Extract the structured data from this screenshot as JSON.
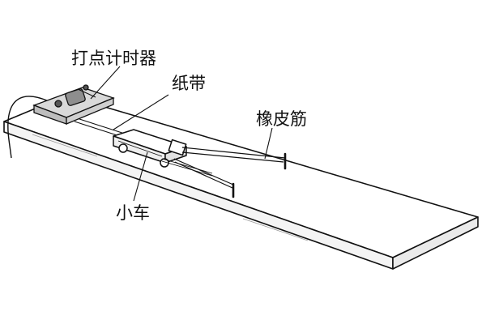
{
  "labels": {
    "timer": "打点计时器",
    "tape": "纸带",
    "rubber_band": "橡皮筋",
    "cart": "小车"
  },
  "colors": {
    "ink": "#111111",
    "board_side": "#f4f4f4",
    "timer_fill": "#d9d9d9"
  }
}
